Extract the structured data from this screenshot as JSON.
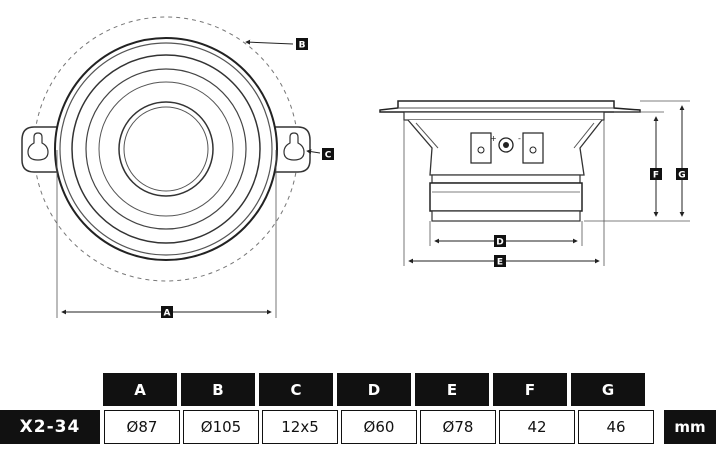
{
  "diagram": {
    "labels": [
      "A",
      "B",
      "C",
      "D",
      "E",
      "F",
      "G"
    ]
  },
  "table": {
    "headers": [
      "A",
      "B",
      "C",
      "D",
      "E",
      "F",
      "G"
    ],
    "model": "X2-34",
    "values": [
      "Ø87",
      "Ø105",
      "12x5",
      "Ø60",
      "Ø78",
      "42",
      "46"
    ],
    "unit": "mm"
  },
  "colors": {
    "ink": "#111111",
    "line": "#333333",
    "background": "#ffffff"
  }
}
